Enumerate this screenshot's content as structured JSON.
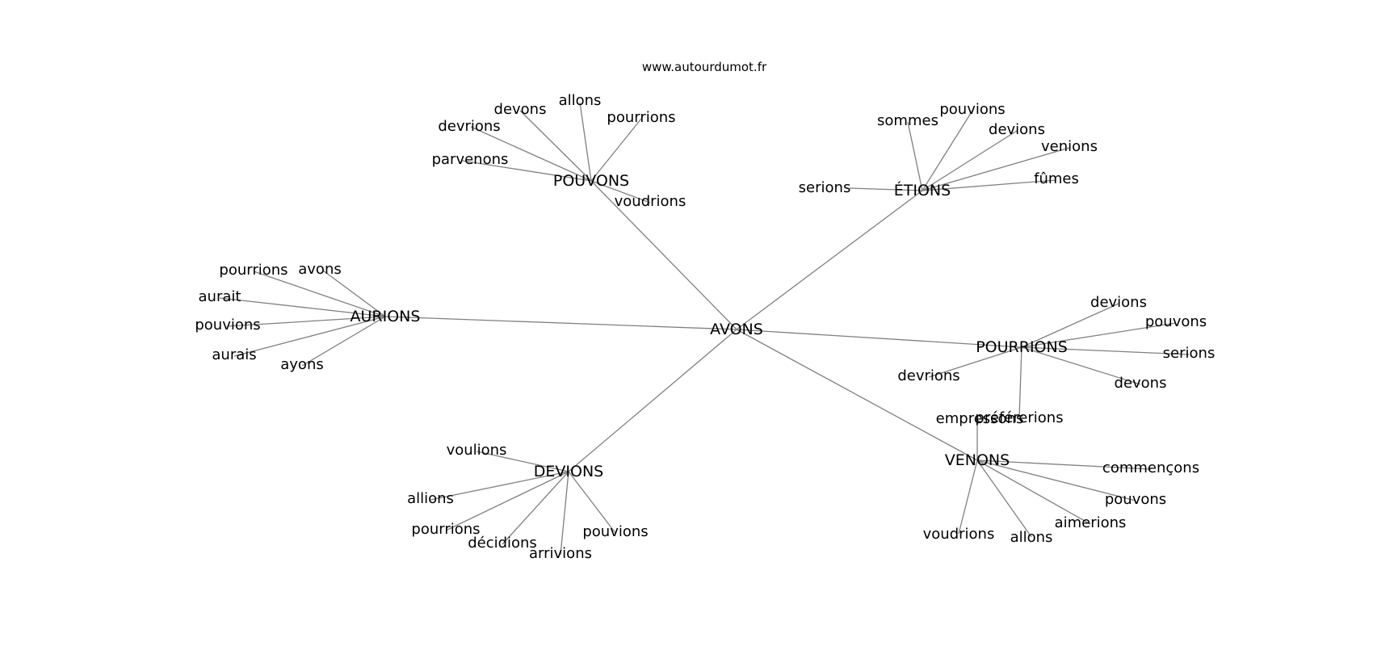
{
  "watermark": "www.autourdumot.fr",
  "center": {
    "id": "avons",
    "label": "AVONS"
  },
  "hubs": [
    {
      "id": "pouvons",
      "label": "POUVONS",
      "leaves": [
        "parvenons",
        "devrions",
        "devons",
        "allons",
        "pourrions",
        "voudrions"
      ]
    },
    {
      "id": "etions",
      "label": "ÉTIONS",
      "leaves": [
        "serions",
        "sommes",
        "pouvions",
        "devions",
        "venions",
        "fûmes"
      ]
    },
    {
      "id": "aurions",
      "label": "AURIONS",
      "leaves": [
        "pourrions",
        "avons",
        "aurait",
        "pouvions",
        "aurais",
        "ayons"
      ]
    },
    {
      "id": "pourrions",
      "label": "POURRIONS",
      "leaves": [
        "devions",
        "pouvons",
        "serions",
        "devons",
        "devrions",
        "préférerions"
      ]
    },
    {
      "id": "devions",
      "label": "DEVIONS",
      "leaves": [
        "voulions",
        "allions",
        "pourrions",
        "décidions",
        "arrivions",
        "pouvions"
      ]
    },
    {
      "id": "venons",
      "label": "VENONS",
      "leaves": [
        "empressons",
        "commençons",
        "pouvons",
        "aimerions",
        "allons",
        "voudrions"
      ]
    }
  ],
  "colors": {
    "edge": "#808080",
    "text": "#000000",
    "background": "#ffffff"
  }
}
